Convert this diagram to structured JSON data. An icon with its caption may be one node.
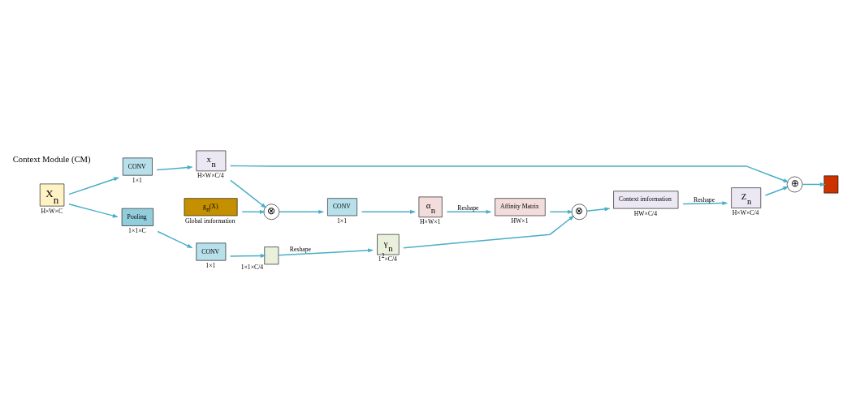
{
  "diagram": {
    "nodes": [
      {
        "text": [
          "X$_{n}$"
        ],
        "beside": [
          "H×W×C"
        ]
      },
      {
        "text": [
          "CONV"
        ],
        "beside": [
          "1×1"
        ]
      },
      {
        "text": [
          "x$_{n}$"
        ],
        "beside": [
          "H×W×C/4"
        ]
      },
      {
        "text": [
          "g$_{n}$(X)"
        ],
        "beside": [
          "Global imformation"
        ]
      },
      {
        "text": [
          "⊗"
        ]
      },
      {
        "text": [
          "CONV"
        ],
        "beside": [
          "1×1"
        ]
      },
      {
        "text": [
          "α$_{n}$"
        ],
        "beside": [
          "H×W×1"
        ]
      },
      {
        "text": [
          "Affinity Matrix"
        ],
        "beside": [
          "HW×1"
        ]
      },
      {
        "text": [
          "⊗"
        ]
      },
      {
        "text": [
          "Context imformation"
        ],
        "beside": [
          "HW×C/4"
        ]
      },
      {
        "text": [
          "Z$_{n}$"
        ],
        "beside": [
          "H×W×C/4"
        ]
      },
      {
        "text": [
          "⊕"
        ]
      },
      {
        "text": [],
        "shape": "box"
      },
      {
        "text": [
          "Pooling"
        ],
        "beside": [
          "1×1×C"
        ]
      },
      {
        "text": [
          "CONV"
        ],
        "beside": [
          "1×1"
        ]
      },
      {
        "text": [],
        "shape": "box",
        "beside": [
          "1×1×C/4"
        ]
      },
      {
        "text": [
          "γ$_{n}$"
        ],
        "beside": [
          "1$^{2}$×C/4"
        ]
      }
    ],
    "edges": [
      {
        "from": 0,
        "to": 1,
        "arrow": "to"
      },
      {
        "from": 0,
        "to": 13,
        "arrow": "to"
      },
      {
        "from": 1,
        "to": 2,
        "arrow": "to"
      },
      {
        "from": 2,
        "to": 4,
        "arrow": "to"
      },
      {
        "from": 3,
        "to": 4,
        "arrow": "to"
      },
      {
        "from": 4,
        "to": 5,
        "arrow": "to"
      },
      {
        "from": 5,
        "to": 6,
        "arrow": "to"
      },
      {
        "from": 6,
        "to": 7,
        "arrow": "to",
        "label": "Reshape"
      },
      {
        "from": 7,
        "to": 8,
        "arrow": "to"
      },
      {
        "from": 16,
        "to": 8,
        "arrow": "to"
      },
      {
        "from": 8,
        "to": 9,
        "arrow": "to"
      },
      {
        "from": 9,
        "to": 10,
        "arrow": "to",
        "label": "Reshape"
      },
      {
        "from": 10,
        "to": 11,
        "arrow": "to"
      },
      {
        "from": 2,
        "to": 11,
        "arrow": "to"
      },
      {
        "from": 11,
        "to": 12,
        "arrow": "to"
      },
      {
        "from": 13,
        "to": 14,
        "arrow": "to"
      },
      {
        "from": 14,
        "to": 15,
        "arrow": "to"
      },
      {
        "from": 15,
        "to": 16,
        "arrow": "to",
        "label": "Reshape"
      }
    ],
    "labels": [
      "Context Module (CM)"
    ]
  }
}
